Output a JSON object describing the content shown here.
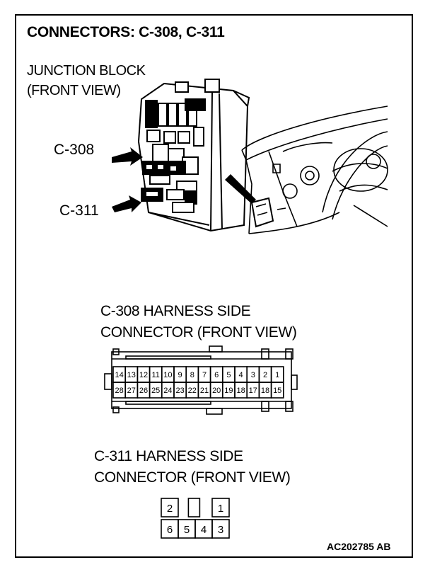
{
  "title": "CONNECTORS: C-308, C-311",
  "junction_block": {
    "line1": "JUNCTION BLOCK",
    "line2": "(FRONT VIEW)"
  },
  "callouts": {
    "c308": "C-308",
    "c311": "C-311"
  },
  "c308_connector": {
    "line1": "C-308 HARNESS SIDE",
    "line2": "CONNECTOR (FRONT VIEW)",
    "top_row": [
      "14",
      "13",
      "12",
      "11",
      "10",
      "9",
      "8",
      "7",
      "6",
      "5",
      "4",
      "3",
      "2",
      "1"
    ],
    "bottom_row": [
      "28",
      "27",
      "26",
      "25",
      "24",
      "23",
      "22",
      "21",
      "20",
      "19",
      "18",
      "17",
      "18",
      "15"
    ]
  },
  "c311_connector": {
    "line1": "C-311 HARNESS SIDE",
    "line2": "CONNECTOR (FRONT VIEW)",
    "top_row": [
      "2",
      "",
      "1"
    ],
    "bottom_row": [
      "6",
      "5",
      "4",
      "3"
    ]
  },
  "figure_code": "AC202785 AB"
}
